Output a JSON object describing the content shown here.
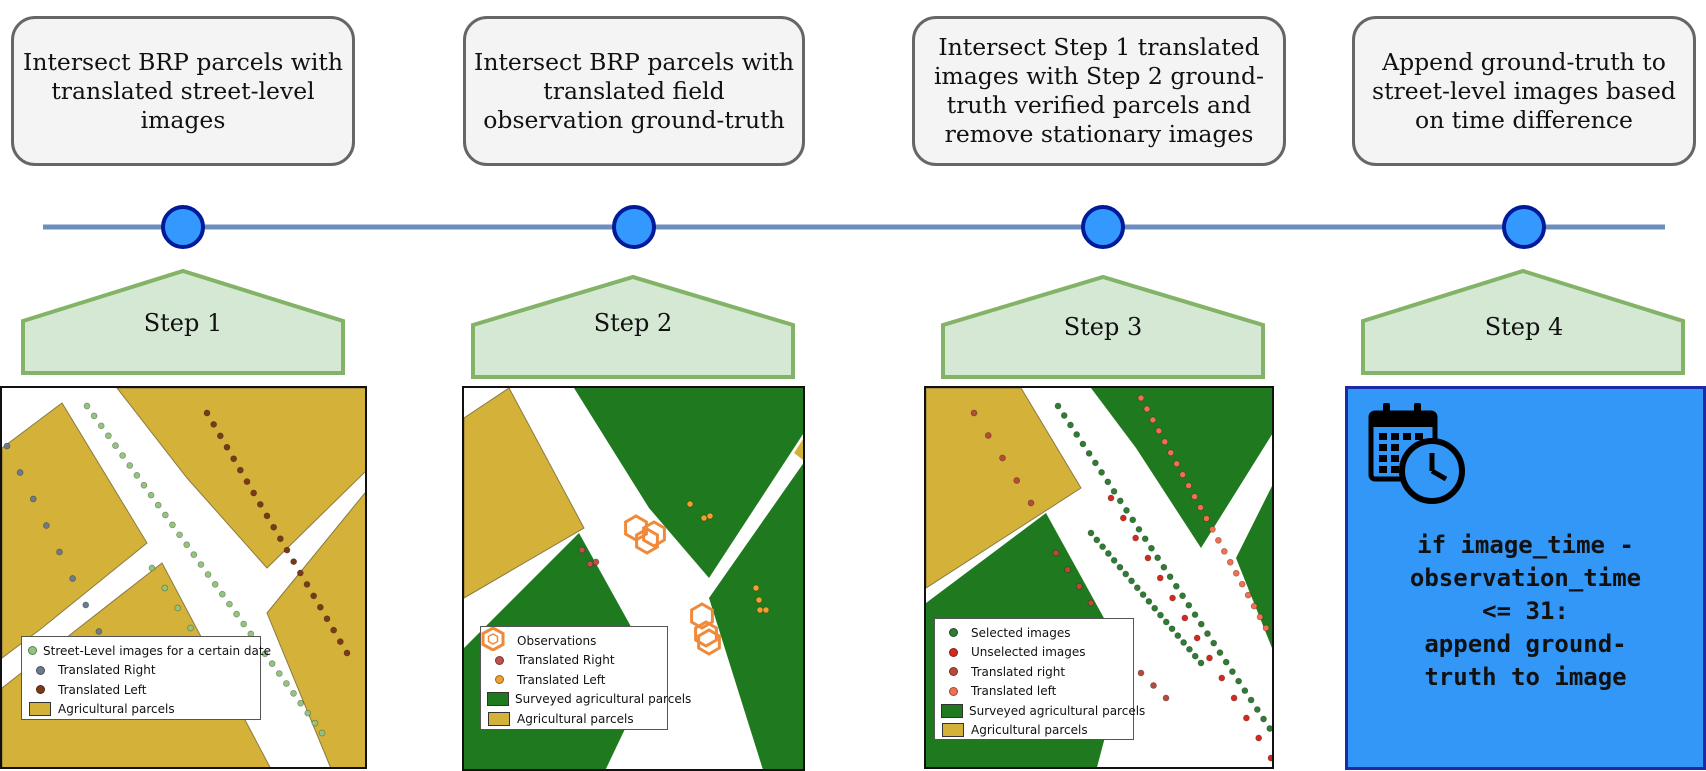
{
  "steps": [
    {
      "label": "Step 1",
      "description": "Intersect BRP parcels with\ntranslated street-level\nimages",
      "legend": [
        {
          "label": "Street-Level images for a certain date",
          "symbol": "dot",
          "color": "#93c47d"
        },
        {
          "label": "Translated Right",
          "symbol": "dot",
          "color": "#6b7b8c"
        },
        {
          "label": "Translated Left",
          "symbol": "dot",
          "color": "#7a3a1a"
        },
        {
          "label": "Agricultural parcels",
          "symbol": "swatch",
          "color": "#d4b23a"
        }
      ]
    },
    {
      "label": "Step 2",
      "description": "Intersect BRP parcels with\ntranslated field\nobservation ground-truth",
      "legend": [
        {
          "label": "Observations",
          "symbol": "hexagon",
          "color": "#f08a3a"
        },
        {
          "label": "Translated Right",
          "symbol": "dot",
          "color": "#c0504d"
        },
        {
          "label": "Translated Left",
          "symbol": "dot",
          "color": "#f0a030"
        },
        {
          "label": "Surveyed agricultural parcels",
          "symbol": "swatch",
          "color": "#1f7a1f"
        },
        {
          "label": "Agricultural parcels",
          "symbol": "swatch",
          "color": "#d4b23a"
        }
      ]
    },
    {
      "label": "Step 3",
      "description": "Intersect Step 1 translated\nimages with Step 2 ground-\ntruth verified parcels and\nremove stationary images",
      "legend": [
        {
          "label": "Selected images",
          "symbol": "dot",
          "color": "#2e7d32"
        },
        {
          "label": "Unselected images",
          "symbol": "dot",
          "color": "#d42a1e"
        },
        {
          "label": "Translated right",
          "symbol": "dot",
          "color": "#b84a3a"
        },
        {
          "label": "Translated left",
          "symbol": "dot",
          "color": "#f07050"
        },
        {
          "label": "Surveyed agricultural parcels",
          "symbol": "swatch",
          "color": "#1f7a1f"
        },
        {
          "label": "Agricultural parcels",
          "symbol": "swatch",
          "color": "#d4b23a"
        }
      ]
    },
    {
      "label": "Step 4",
      "description": "Append ground-truth to\nstreet-level images based\non time difference",
      "rule_text": "if image_time -\nobservation_time\n<= 31:\nappend ground-\ntruth to image",
      "icon": "calendar-clock-icon"
    }
  ],
  "colors": {
    "timeline": "#6c8ebf",
    "node_fill": "#3399ff",
    "node_stroke": "#001a99",
    "step_fill": "#d5e8d4",
    "step_stroke": "#82b366",
    "parcel_yellow": "#d4b23a",
    "parcel_green": "#1f7a1f",
    "step4_bg": "#3397f8"
  }
}
